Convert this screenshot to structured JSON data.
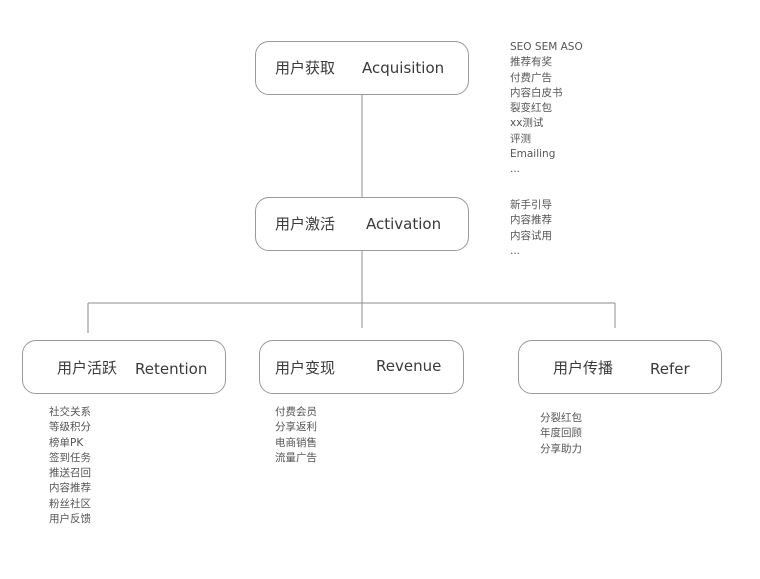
{
  "nodes": {
    "acquisition": {
      "cn": "用户获取",
      "en": "Acquisition"
    },
    "activation": {
      "cn": "用户激活",
      "en": "Activation"
    },
    "retention": {
      "cn": "用户活跃",
      "en": "Retention"
    },
    "revenue": {
      "cn": "用户变现",
      "en": "Revenue"
    },
    "refer": {
      "cn": "用户传播",
      "en": "Refer"
    }
  },
  "notes": {
    "acquisition": [
      "SEO SEM ASO",
      "推荐有奖",
      "付费广告",
      "内容白皮书",
      "裂变红包",
      "xx测试",
      "评测",
      "Emailing",
      "..."
    ],
    "activation": [
      "新手引导",
      "内容推荐",
      "内容试用",
      "..."
    ],
    "retention": [
      "社交关系",
      "等级积分",
      "榜单PK",
      "签到任务",
      "推送召回",
      "内容推荐",
      "粉丝社区",
      "用户反馈"
    ],
    "revenue": [
      "付费会员",
      "分享返利",
      "电商销售",
      "流量广告"
    ],
    "refer": [
      "分裂红包",
      "年度回顾",
      "分享助力"
    ]
  },
  "colors": {
    "border": "#9a9a9a",
    "line": "#8c8c8c",
    "text": "#3a3a3a",
    "note_text": "#555555"
  }
}
